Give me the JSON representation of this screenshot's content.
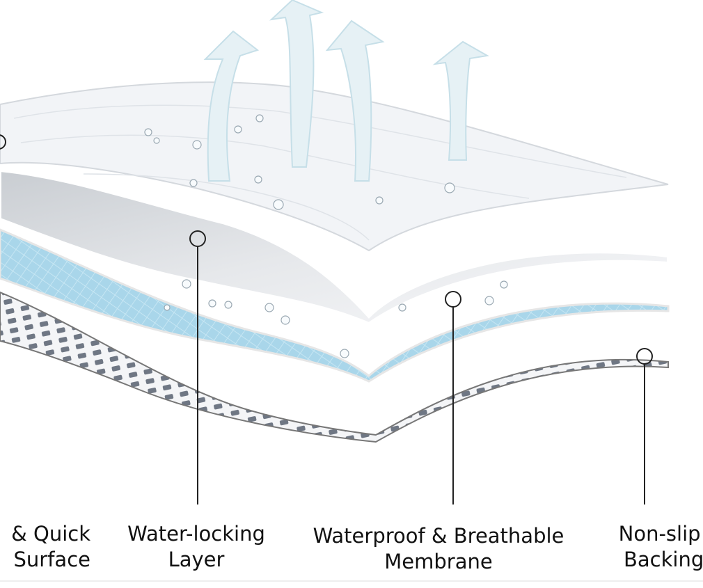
{
  "diagram": {
    "labels": [
      {
        "line1": "& Quick",
        "line2": "Surface"
      },
      {
        "line1": "Water-locking",
        "line2": "Layer"
      },
      {
        "line1": "Waterproof & Breathable",
        "line2": "Membrane"
      },
      {
        "line1": "Non-slip",
        "line2": "Backing"
      }
    ]
  },
  "colors": {
    "top_layer": "#f2f4f7",
    "absorb_layer": "#d9dde2",
    "membrane": "#a9d6ea",
    "backing_dots": "#6f7784",
    "arrow": "#e3f0f5",
    "text": "#111111"
  }
}
